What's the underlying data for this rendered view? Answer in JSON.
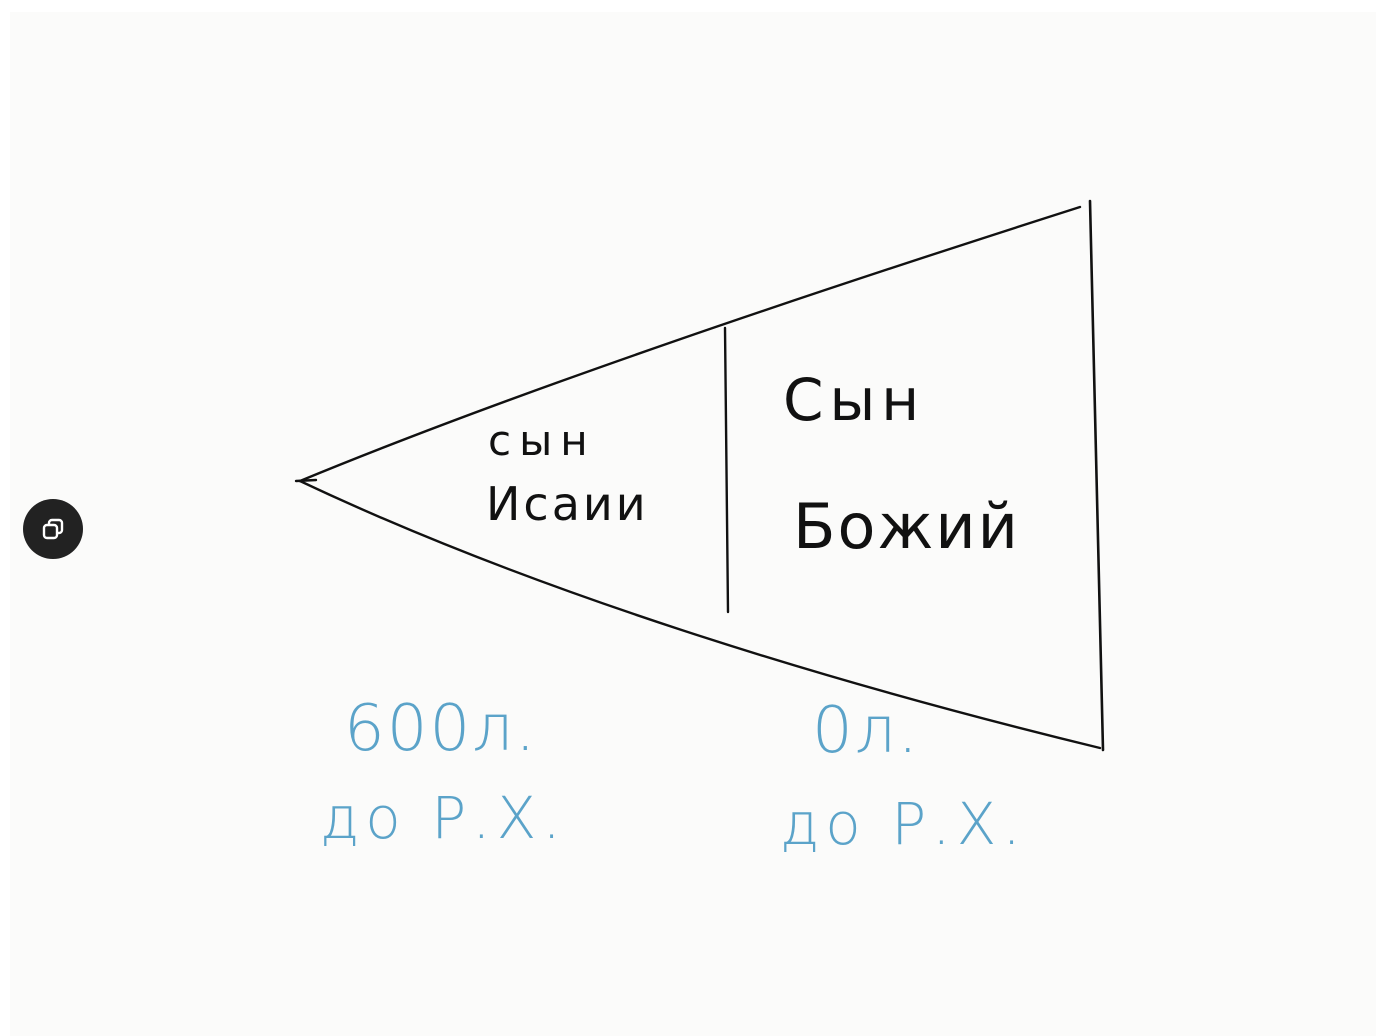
{
  "diagram": {
    "left_section": {
      "line1": "сын",
      "line2": "Исаии"
    },
    "right_section": {
      "line1": "Сын",
      "line2": "Божий"
    }
  },
  "timeline": {
    "left": {
      "line1": "600л.",
      "line2": "до Р.Х."
    },
    "right": {
      "line1": "0л.",
      "line2": "до Р.Х."
    }
  },
  "controls": {
    "copy_icon": "copy-icon"
  },
  "colors": {
    "ink": "#111111",
    "blue_ink": "#5ba3c9",
    "background": "#fbfbfa",
    "button": "#222222"
  }
}
